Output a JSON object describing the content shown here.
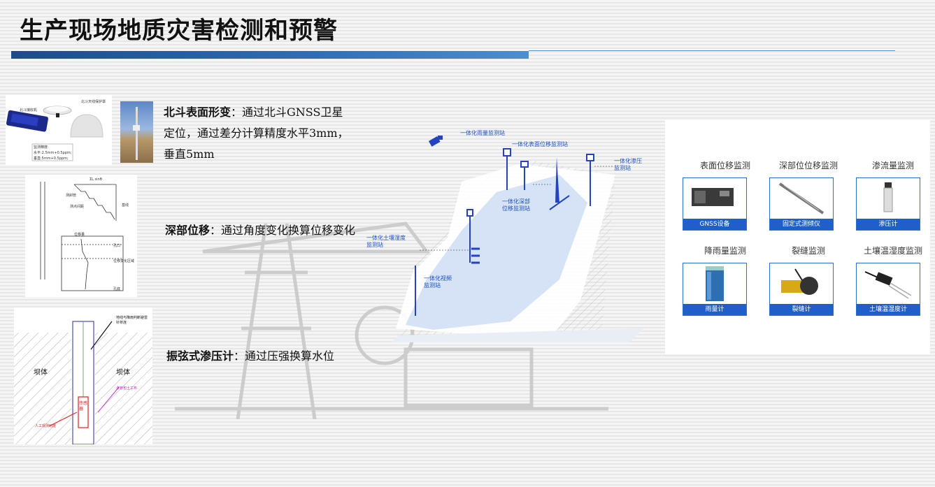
{
  "title": "生产现场地质灾害检测和预警",
  "beidou": {
    "head": "北斗表面形变",
    "line1": "：通过北斗GNSS卫星",
    "line2": "定位，通过差分计算精度水平3mm，",
    "line3": "垂直5mm"
  },
  "deep": {
    "head": "深部位移",
    "body": "：通过角度变化换算位移变化"
  },
  "piezo": {
    "head": "振弦式渗压计",
    "body": "：通过压强换算水位"
  },
  "gps_image": {
    "label_receiver": "北斗接收机",
    "label_cover": "北斗天线保护罩",
    "spec_title": "监测精度:",
    "spec_h": "水平:2.5mm+0.5ppm;",
    "spec_v": "垂直:5mm+0.5ppm;"
  },
  "sketch": {
    "label_a": "测斜管",
    "label_b": "测点间距",
    "label_c": "基线",
    "label_d": "位移量",
    "label_e": "孔口",
    "label_f": "位移变化区域",
    "label_g": "孔底",
    "dim": "ΣL sinθ"
  },
  "dam": {
    "label_left": "坝体",
    "label_right": "坝体",
    "note_top": "地线与降雨判断避雷针桥连",
    "note_right": "渗管包土工布",
    "note_bottom": "人工观测功能",
    "center": "传感器"
  },
  "scene_labels": {
    "rain": "一体化雨量监测站",
    "surface": "一体化表面位移监测站",
    "seepage_1": "一体化渗压",
    "seepage_2": "监测站",
    "deep_1": "一体化深部",
    "deep_2": "位移监测站",
    "soil_1": "一体化土壤湿度",
    "soil_2": "监测站",
    "video_1": "一体化视频",
    "video_2": "监测站"
  },
  "panel": {
    "cards": [
      {
        "title": "表面位移监测",
        "caption": "GNSS设备"
      },
      {
        "title": "深部位位移监测",
        "caption": "固定式测倾仪"
      },
      {
        "title": "渗流量监测",
        "caption": "渗压计"
      },
      {
        "title": "降雨量监测",
        "caption": "雨量计"
      },
      {
        "title": "裂缝监测",
        "caption": "裂缝计"
      },
      {
        "title": "土壤温湿度监测",
        "caption": "土壤温湿度计"
      }
    ]
  },
  "colors": {
    "accent_blue": "#1f5fc9",
    "label_blue": "#1b4fc2",
    "title_bar": "#2f6fb6"
  }
}
